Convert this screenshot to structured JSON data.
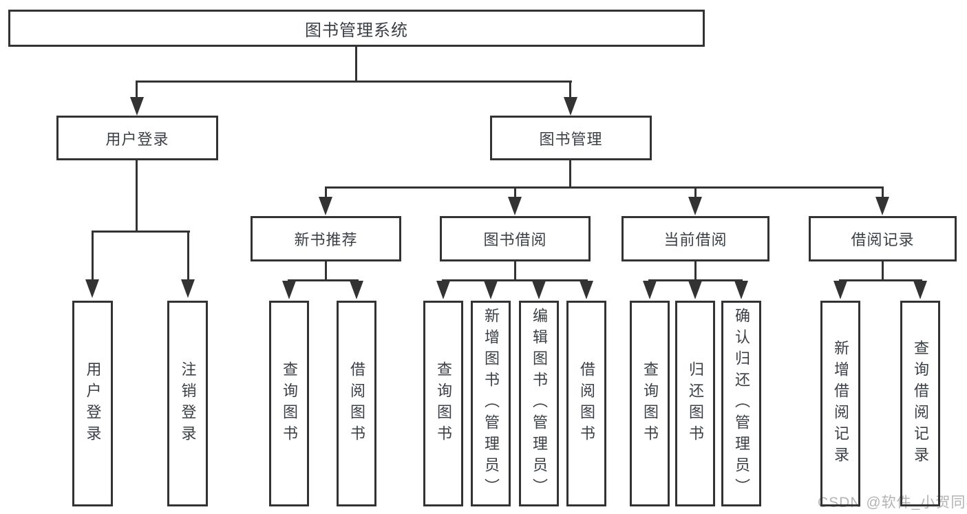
{
  "nodes": {
    "root": "图书管理系统",
    "userLogin": "用户登录",
    "bookMgmt": "图书管理",
    "newBook": "新书推荐",
    "bookBorrow": "图书借阅",
    "currentBorrow": "当前借阅",
    "borrowRecords": "借阅记录"
  },
  "leaves": {
    "userLogin": [
      "用户登录",
      "注销登录"
    ],
    "newBook": [
      "查询图书",
      "借阅图书"
    ],
    "bookBorrow": [
      "查询图书",
      "新增图书（管理员）",
      "编辑图书（管理员）",
      "借阅图书"
    ],
    "currentBorrow": [
      "查询图书",
      "归还图书",
      "确认归还（管理员）"
    ],
    "borrowRecords": [
      "新增借阅记录",
      "查询借阅记录"
    ]
  },
  "watermark": "CSDN @软件_小贺同学",
  "colors": {
    "line": "#333333",
    "text": "#3b4045",
    "watermark": "#b3b3b3",
    "background": "#ffffff"
  }
}
